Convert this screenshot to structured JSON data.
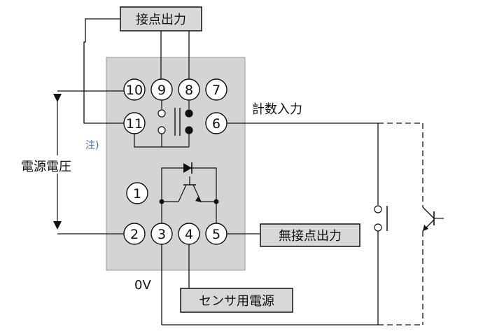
{
  "labels": {
    "contact_output": "接点出力",
    "count_input": "計数入力",
    "note": "注)",
    "supply_voltage": "電源電圧",
    "contactless_output": "無接点出力",
    "zero_v": "0V",
    "sensor_supply": "センサ用電源"
  },
  "pins": {
    "p1": "1",
    "p2": "2",
    "p3": "3",
    "p4": "4",
    "p5": "5",
    "p6": "6",
    "p7": "7",
    "p8": "8",
    "p9": "9",
    "p10": "10",
    "p11": "11"
  },
  "colors": {
    "body_fill": "#d4d4d4",
    "label_box_fill": "#d8d8d8",
    "line": "#111111",
    "note": "#3a6bc8"
  }
}
